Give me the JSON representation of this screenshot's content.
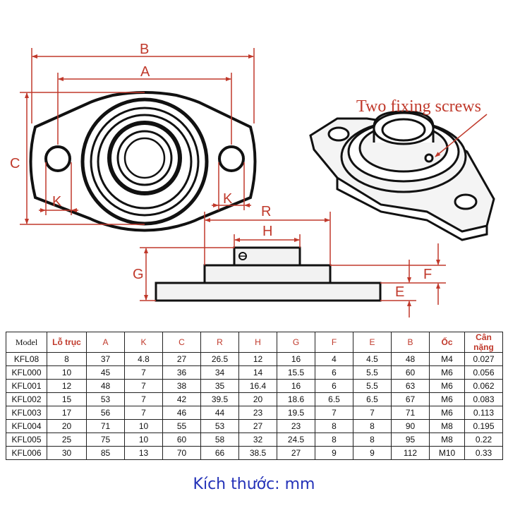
{
  "dimension_labels": {
    "B": "B",
    "A": "A",
    "C": "C",
    "K_left": "K",
    "K_right": "K",
    "R": "R",
    "H": "H",
    "G": "G",
    "F": "F",
    "E": "E"
  },
  "callout": "Two fixing screws",
  "colors": {
    "annotation": "#c0392b",
    "units_text": "#2432b8",
    "line": "#111111"
  },
  "table": {
    "headers": [
      "Model",
      "Lỗ trục",
      "A",
      "K",
      "C",
      "R",
      "H",
      "G",
      "F",
      "E",
      "B",
      "Ốc",
      "Cân nặng"
    ],
    "rows": [
      [
        "KFL08",
        "8",
        "37",
        "4.8",
        "27",
        "26.5",
        "12",
        "16",
        "4",
        "4.5",
        "48",
        "M4",
        "0.027"
      ],
      [
        "KFL000",
        "10",
        "45",
        "7",
        "36",
        "34",
        "14",
        "15.5",
        "6",
        "5.5",
        "60",
        "M6",
        "0.056"
      ],
      [
        "KFL001",
        "12",
        "48",
        "7",
        "38",
        "35",
        "16.4",
        "16",
        "6",
        "5.5",
        "63",
        "M6",
        "0.062"
      ],
      [
        "KFL002",
        "15",
        "53",
        "7",
        "42",
        "39.5",
        "20",
        "18.6",
        "6.5",
        "6.5",
        "67",
        "M6",
        "0.083"
      ],
      [
        "KFL003",
        "17",
        "56",
        "7",
        "46",
        "44",
        "23",
        "19.5",
        "7",
        "7",
        "71",
        "M6",
        "0.113"
      ],
      [
        "KFL004",
        "20",
        "71",
        "10",
        "55",
        "53",
        "27",
        "23",
        "8",
        "8",
        "90",
        "M8",
        "0.195"
      ],
      [
        "KFL005",
        "25",
        "75",
        "10",
        "60",
        "58",
        "32",
        "24.5",
        "8",
        "8",
        "95",
        "M8",
        "0.22"
      ],
      [
        "KFL006",
        "30",
        "85",
        "13",
        "70",
        "66",
        "38.5",
        "27",
        "9",
        "9",
        "112",
        "M10",
        "0.33"
      ]
    ]
  },
  "units_note": "Kích thước: mm"
}
